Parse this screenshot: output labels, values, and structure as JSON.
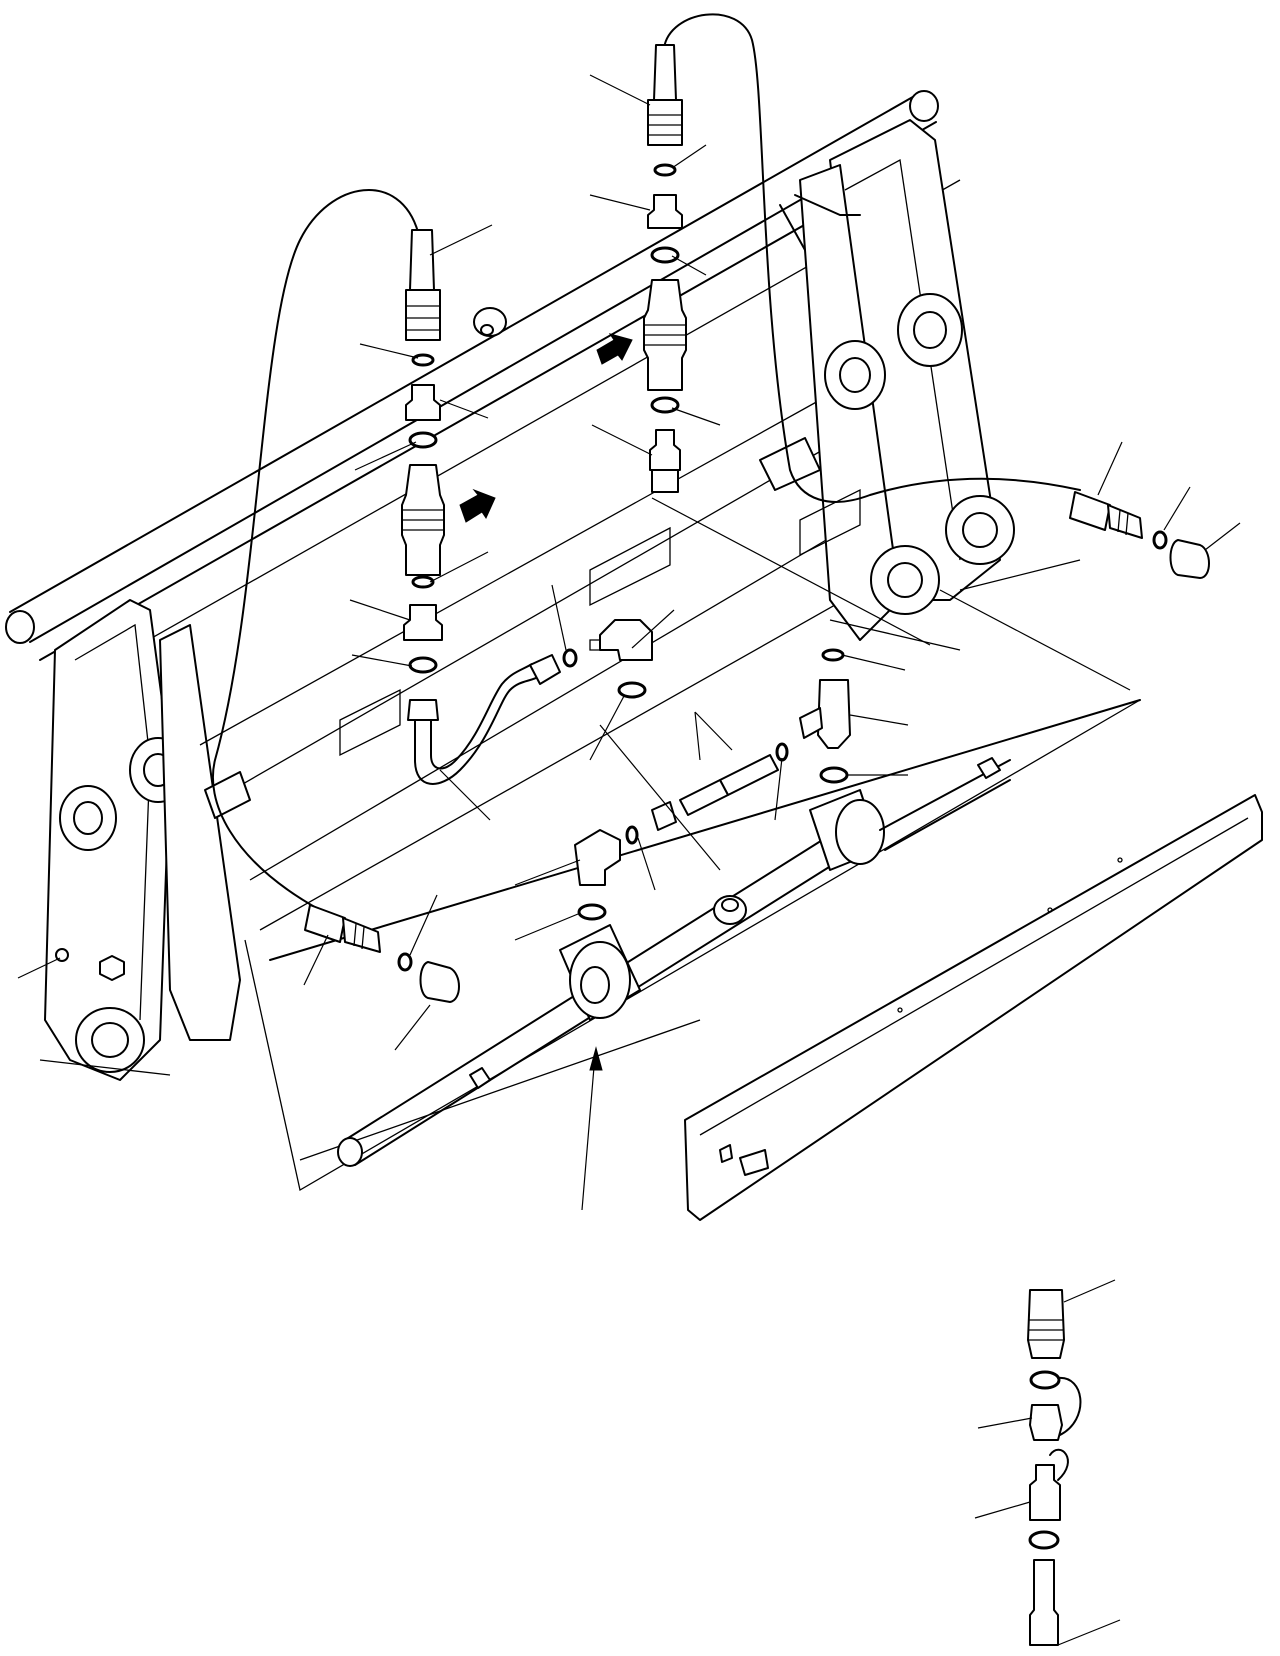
{
  "diagram": {
    "type": "exploded-parts-view",
    "labels": [],
    "components": [
      "loader-bucket-frame",
      "left-quick-coupler-assembly",
      "right-quick-coupler-assembly",
      "bent-tube",
      "tee-fitting",
      "elbow-fitting",
      "grease-cylinder",
      "cover-plate",
      "coupler-detail-view"
    ],
    "colors": {
      "line": "#000000",
      "background": "#ffffff"
    }
  }
}
